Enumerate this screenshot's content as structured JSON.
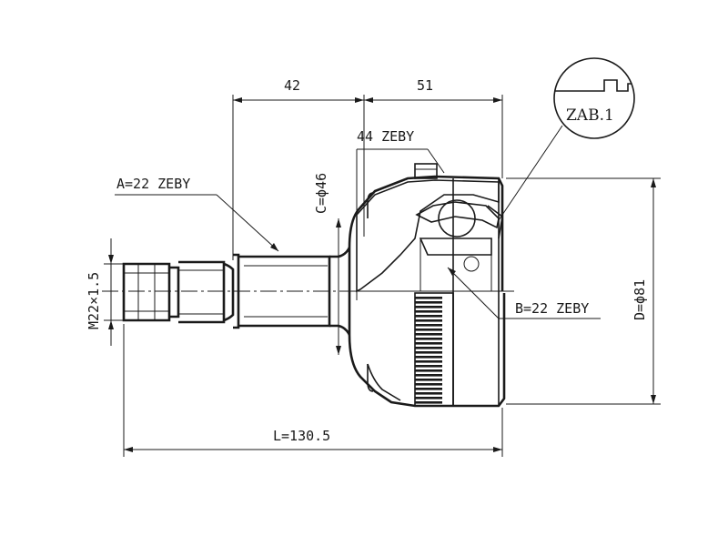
{
  "dimensions": {
    "shaft_length": "42",
    "housing_length": "51",
    "outer_splines": "44 ZEBY",
    "shaft_splines": "A=22 ZEBY",
    "shaft_thread": "M22×1.5",
    "seat_diameter": "C=ϕ46",
    "inner_splines": "B=22 ZEBY",
    "outer_diameter": "D=ϕ81",
    "total_length": "L=130.5"
  },
  "detail_callout": "ZAB.1",
  "colors": {
    "line": "#1a1a1a",
    "background": "#ffffff"
  }
}
